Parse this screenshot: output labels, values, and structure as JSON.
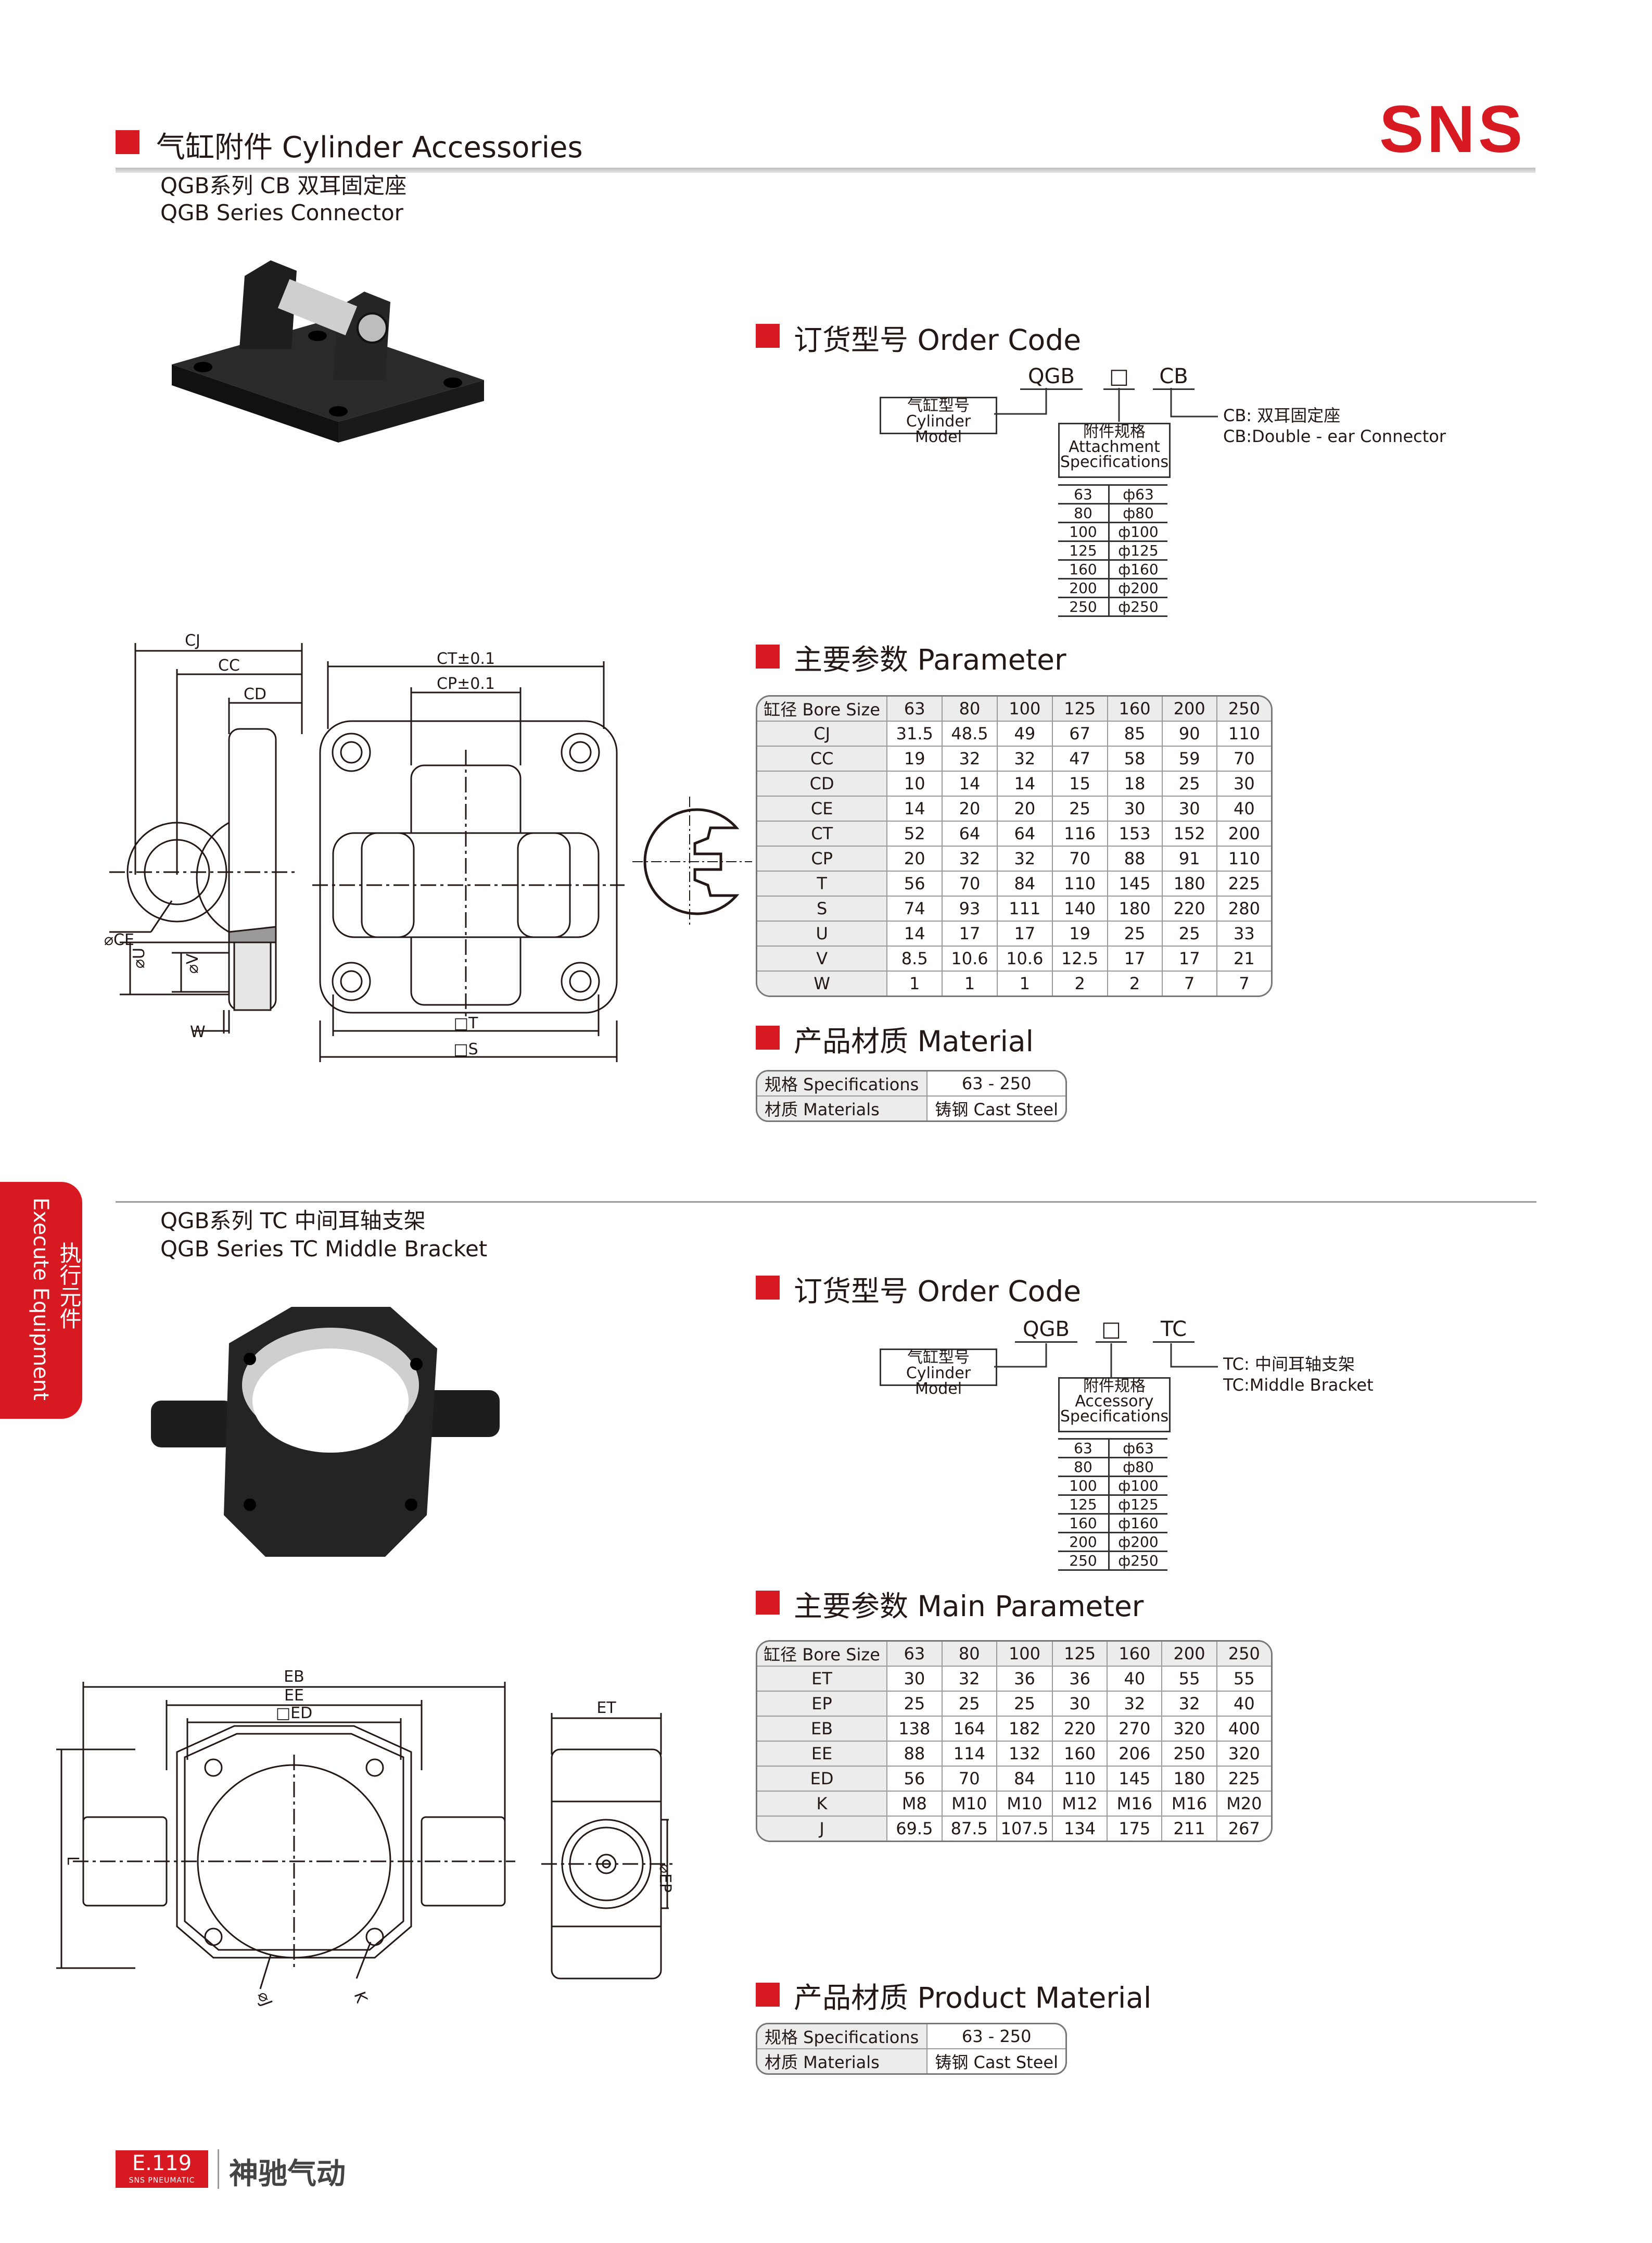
{
  "header": {
    "title": "气缸附件 Cylinder Accessories",
    "logo": "SNS"
  },
  "side_tab": {
    "cn": "执行元件",
    "en": "Execute Equipment"
  },
  "section1": {
    "sub_cn": "QGB系列 CB 双耳固定座",
    "sub_en": "QGB Series Connector",
    "order_title": "订货型号 Order Code",
    "order": {
      "code1": "QGB",
      "code2": "□",
      "code3": "CB",
      "model_cn": "气缸型号",
      "model_en": "Cylinder Model",
      "spec_cn": "附件规格",
      "spec_en1": "Attachment",
      "spec_en2": "Specifications",
      "note_cn": "CB: 双耳固定座",
      "note_en": "CB:Double - ear Connector",
      "specs": [
        {
          "code": "63",
          "dia": "ф63"
        },
        {
          "code": "80",
          "dia": "ф80"
        },
        {
          "code": "100",
          "dia": "ф100"
        },
        {
          "code": "125",
          "dia": "ф125"
        },
        {
          "code": "160",
          "dia": "ф160"
        },
        {
          "code": "200",
          "dia": "ф200"
        },
        {
          "code": "250",
          "dia": "ф250"
        }
      ]
    },
    "param_title": "主要参数 Parameter",
    "param_header": [
      "缸径 Bore Size",
      "63",
      "80",
      "100",
      "125",
      "160",
      "200",
      "250"
    ],
    "param_rows": [
      [
        "CJ",
        "31.5",
        "48.5",
        "49",
        "67",
        "85",
        "90",
        "110"
      ],
      [
        "CC",
        "19",
        "32",
        "32",
        "47",
        "58",
        "59",
        "70"
      ],
      [
        "CD",
        "10",
        "14",
        "14",
        "15",
        "18",
        "25",
        "30"
      ],
      [
        "CE",
        "14",
        "20",
        "20",
        "25",
        "30",
        "30",
        "40"
      ],
      [
        "CT",
        "52",
        "64",
        "64",
        "116",
        "153",
        "152",
        "200"
      ],
      [
        "CP",
        "20",
        "32",
        "32",
        "70",
        "88",
        "91",
        "110"
      ],
      [
        "T",
        "56",
        "70",
        "84",
        "110",
        "145",
        "180",
        "225"
      ],
      [
        "S",
        "74",
        "93",
        "111",
        "140",
        "180",
        "220",
        "280"
      ],
      [
        "U",
        "14",
        "17",
        "17",
        "19",
        "25",
        "25",
        "33"
      ],
      [
        "V",
        "8.5",
        "10.6",
        "10.6",
        "12.5",
        "17",
        "17",
        "21"
      ],
      [
        "W",
        "1",
        "1",
        "1",
        "2",
        "2",
        "7",
        "7"
      ]
    ],
    "material_title": "产品材质 Material",
    "material_rows": [
      [
        "规格 Specifications",
        "63 - 250"
      ],
      [
        "材质 Materials",
        "铸钢 Cast Steel"
      ]
    ],
    "dims": {
      "cj": "CJ",
      "cc": "CC",
      "cd": "CD",
      "ce": "⌀CE",
      "u": "⌀U",
      "v": "⌀V",
      "w": "W",
      "ct": "CT±0.1",
      "cp": "CP±0.1",
      "t": "□T",
      "s": "□S"
    }
  },
  "section2": {
    "sub_cn": "QGB系列 TC 中间耳轴支架",
    "sub_en": "QGB Series TC Middle Bracket",
    "order_title": "订货型号 Order Code",
    "order": {
      "code1": "QGB",
      "code2": "□",
      "code3": "TC",
      "model_cn": "气缸型号",
      "model_en": "Cylinder Model",
      "spec_cn": "附件规格",
      "spec_en1": "Accessory",
      "spec_en2": "Specifications",
      "note_cn": "TC: 中间耳轴支架",
      "note_en": "TC:Middle Bracket",
      "specs": [
        {
          "code": "63",
          "dia": "ф63"
        },
        {
          "code": "80",
          "dia": "ф80"
        },
        {
          "code": "100",
          "dia": "ф100"
        },
        {
          "code": "125",
          "dia": "ф125"
        },
        {
          "code": "160",
          "dia": "ф160"
        },
        {
          "code": "200",
          "dia": "ф200"
        },
        {
          "code": "250",
          "dia": "ф250"
        }
      ]
    },
    "param_title": "主要参数 Main Parameter",
    "param_header": [
      "缸径 Bore Size",
      "63",
      "80",
      "100",
      "125",
      "160",
      "200",
      "250"
    ],
    "param_rows": [
      [
        "ET",
        "30",
        "32",
        "36",
        "36",
        "40",
        "55",
        "55"
      ],
      [
        "EP",
        "25",
        "25",
        "25",
        "30",
        "32",
        "32",
        "40"
      ],
      [
        "EB",
        "138",
        "164",
        "182",
        "220",
        "270",
        "320",
        "400"
      ],
      [
        "EE",
        "88",
        "114",
        "132",
        "160",
        "206",
        "250",
        "320"
      ],
      [
        "ED",
        "56",
        "70",
        "84",
        "110",
        "145",
        "180",
        "225"
      ],
      [
        "K",
        "M8",
        "M10",
        "M10",
        "M12",
        "M16",
        "M16",
        "M20"
      ],
      [
        "J",
        "69.5",
        "87.5",
        "107.5",
        "134",
        "175",
        "211",
        "267"
      ]
    ],
    "material_title": "产品材质 Product Material",
    "material_rows": [
      [
        "规格 Specifications",
        "63 - 250"
      ],
      [
        "材质 Materials",
        "铸钢 Cast Steel"
      ]
    ],
    "dims": {
      "eb": "EB",
      "ee": "EE",
      "ed": "□ED",
      "et": "ET",
      "l": "L",
      "ep": "⌀EP",
      "k": "K",
      "j": "⌀J"
    }
  },
  "footer": {
    "page": "E.119",
    "page_sub": "SNS PNEUMATIC",
    "brand": "神驰气动"
  },
  "colors": {
    "accent": "#d71a21",
    "text": "#231815",
    "table_header": "#ececec"
  }
}
